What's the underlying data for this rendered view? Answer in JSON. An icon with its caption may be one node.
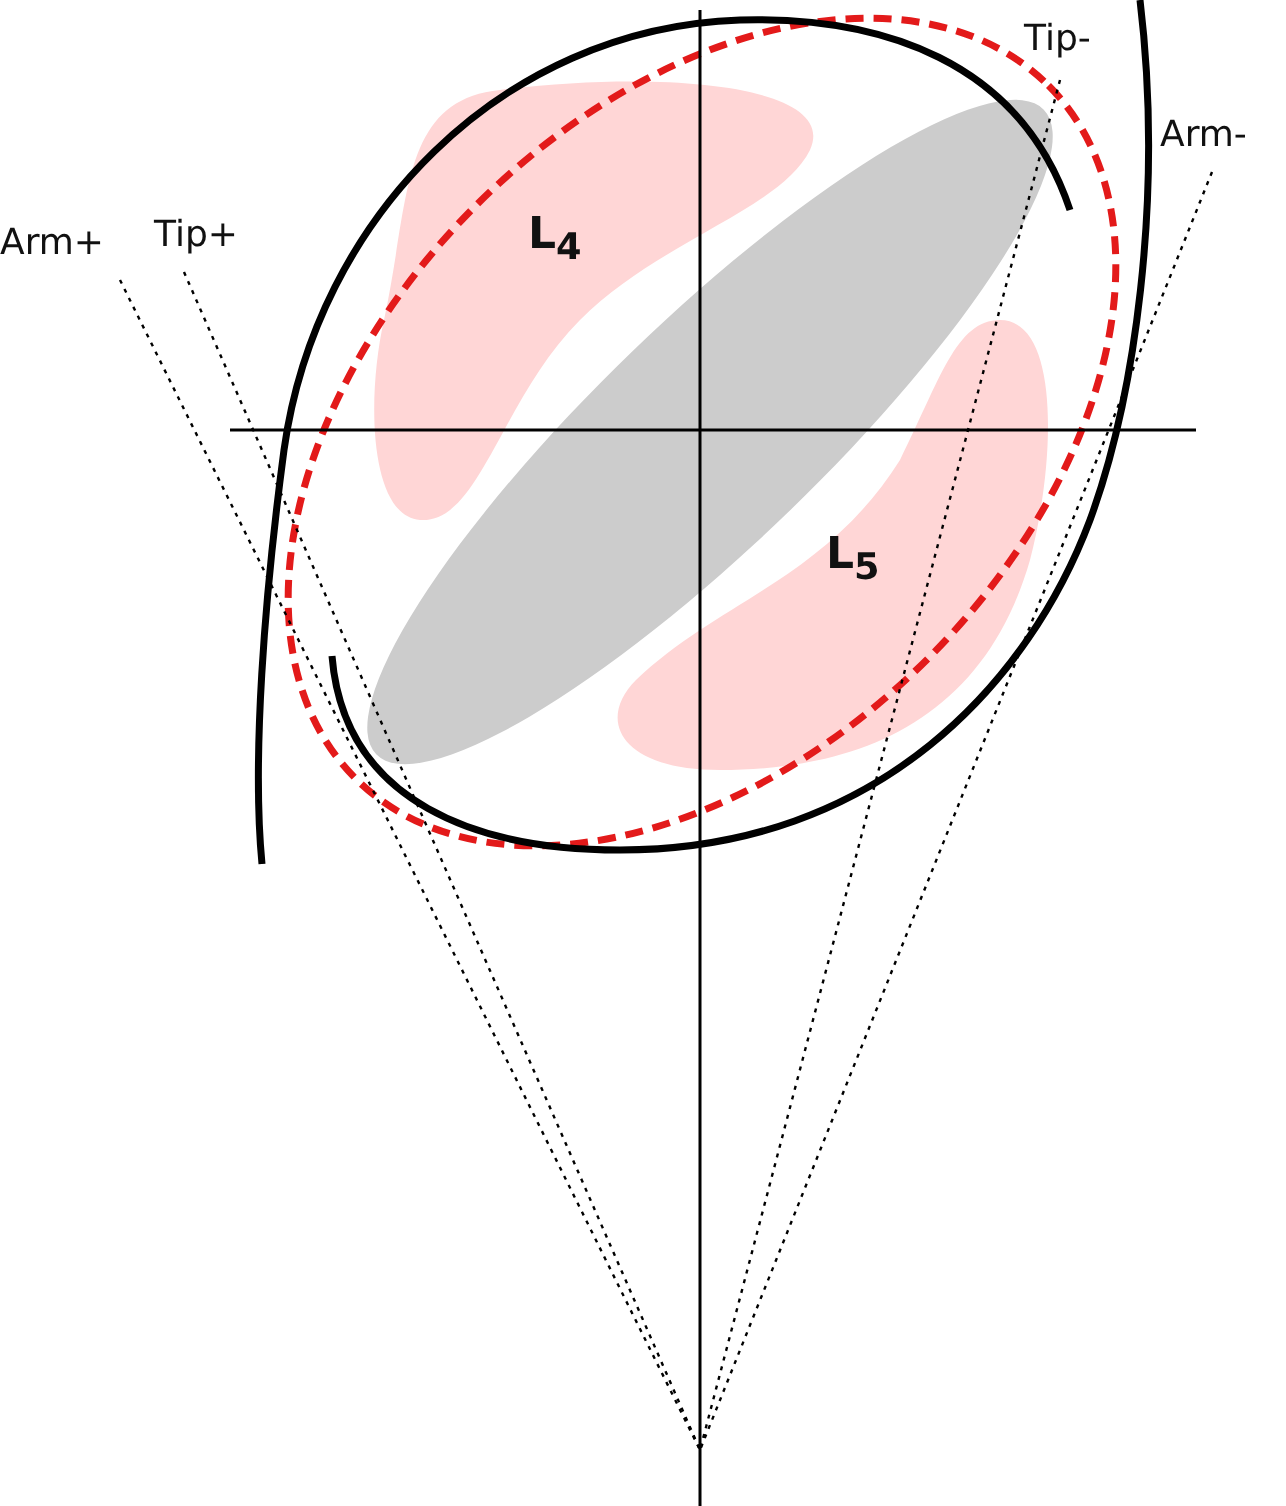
{
  "diagram": {
    "labels": [
      "Tip-",
      "Arm-",
      "Arm+",
      "Tip+",
      "L$_{4}$",
      "L$_{5}$"
    ]
  }
}
